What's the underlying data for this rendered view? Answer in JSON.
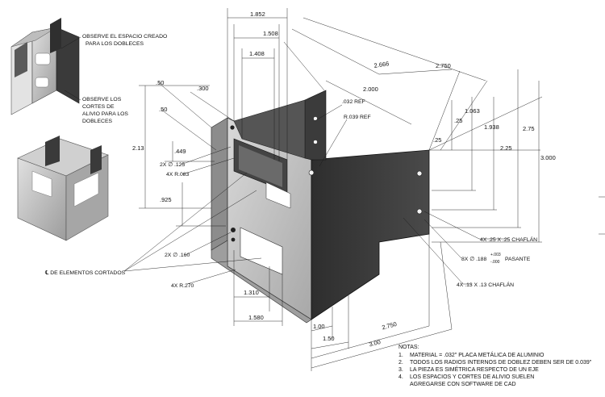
{
  "callouts": {
    "bend_space": [
      "OBSERVE EL ESPACIO CREADO",
      "PARA LOS DOBLECES"
    ],
    "relief_cuts": [
      "OBSERVE LOS",
      "CORTES DE",
      "ALIVIO PARA LOS",
      "DOBLECES"
    ],
    "centerline": "℄ DE ELEMENTOS CORTADOS",
    "radius_ref": "R.039 REF",
    "thickness_ref": ".032 REF",
    "hole_125": "2X ∅ .125",
    "radius_083": "4X R.083",
    "hole_160": "2X ∅ .160",
    "radius_270": "4X R.270",
    "chamfer_25": "4X .25 X .25 CHAFLÁN",
    "hole_188": "8X ∅ .188",
    "hole_188_tol_upper": "+.003",
    "hole_188_tol_lower": "-.000",
    "hole_188_type": "PASANTE",
    "chamfer_13": "4X .13 X .13 CHAFLÁN"
  },
  "dimensions": {
    "d_1852": "1.852",
    "d_1508": "1.508",
    "d_1408": "1.408",
    "d_2666": "2.666",
    "d_2750_top": "2.750",
    "d_2000": "2.000",
    "d_050a": ".50",
    "d_300": ".300",
    "d_050b": ".50",
    "d_213": "2.13",
    "d_449": ".449",
    "d_925": ".925",
    "d_025a": ".25",
    "d_025b": ".25",
    "d_1063": "1.063",
    "d_1938": "1.938",
    "d_225": "2.25",
    "d_275": "2.75",
    "d_3000": "3.000",
    "d_1310": "1.310",
    "d_1580": "1.580",
    "d_100": "1.00",
    "d_150": "1.50",
    "d_2750_bottom": "2.750",
    "d_300_bottom": "3.00"
  },
  "notes": {
    "title": "NOTAS:",
    "items": [
      {
        "num": "1.",
        "text": "MATERIAL = .032\" PLACA METÁLICA DE ALUMINIO"
      },
      {
        "num": "2.",
        "text": "TODOS LOS RADIOS INTERNOS DE DOBLEZ DEBEN SER DE 0.039\""
      },
      {
        "num": "3.",
        "text": "LA PIEZA ES SIMÉTRICA RESPECTO DE UN EJE"
      },
      {
        "num": "4.",
        "text": "LOS ESPACIOS Y CORTES DE ALIVIO SUELEN"
      },
      {
        "num": "",
        "text": "AGREGARSE CON SOFTWARE DE CAD"
      }
    ]
  },
  "colors": {
    "metal_light": "#cfcfcf",
    "metal_mid": "#9a9a9a",
    "metal_dark": "#3c3c3c",
    "line": "#1a1a1a"
  }
}
